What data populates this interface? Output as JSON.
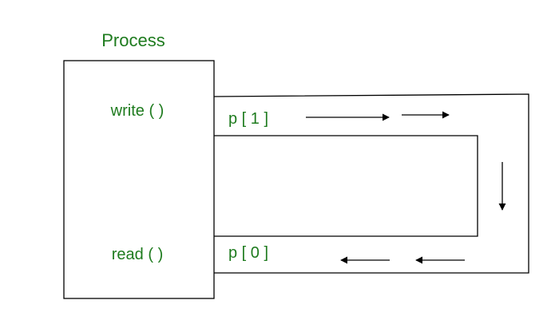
{
  "process": {
    "title": "Process",
    "write_label": "write ( )",
    "read_label": "read ( )"
  },
  "pipe": {
    "write_end_label": "p [ 1 ]",
    "read_end_label": "p [ 0 ]"
  },
  "colors": {
    "label_green": "#1e7b1e",
    "stroke": "#000000"
  }
}
